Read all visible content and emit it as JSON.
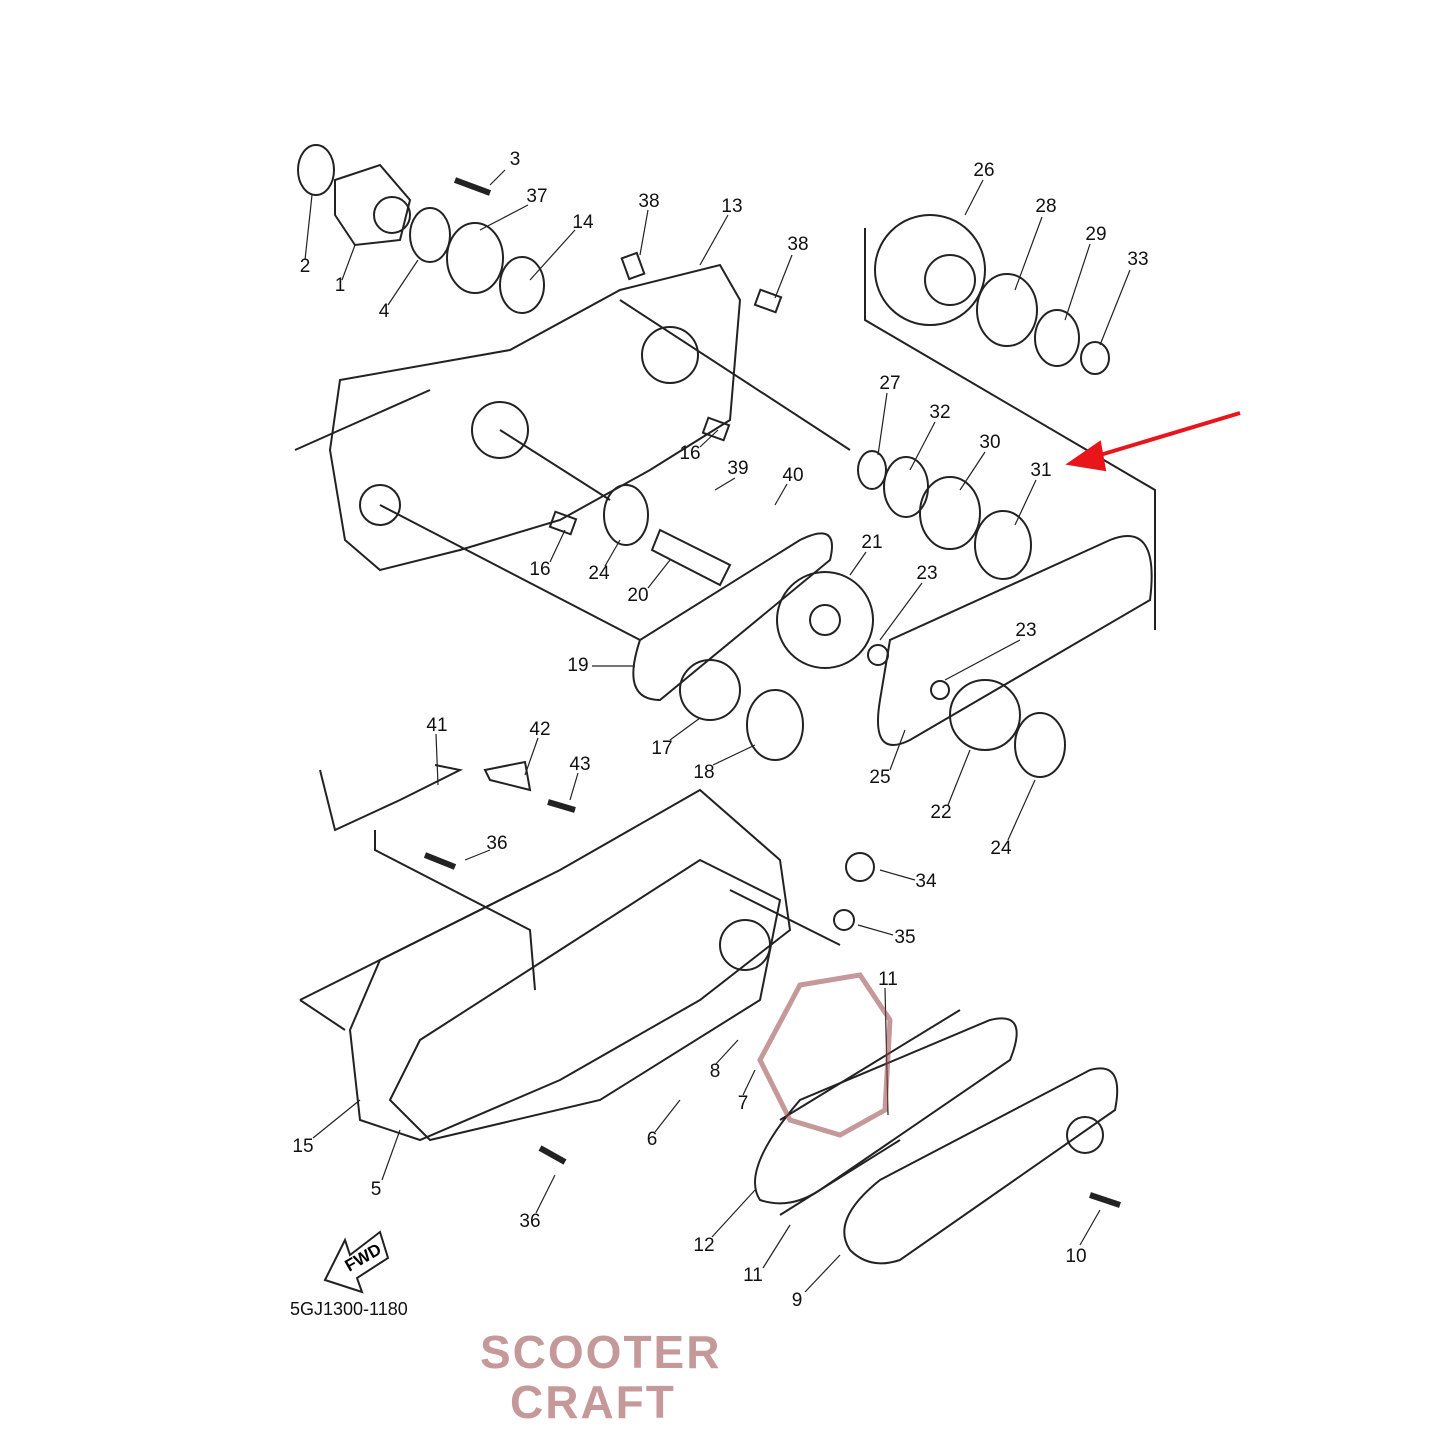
{
  "diagram_code": "5GJ1300-1180",
  "fwd_label": "FWD",
  "watermark": {
    "line1": "SCOOTER",
    "line2": "CRAFT"
  },
  "highlight_color": "#e8151b",
  "labels": [
    "3",
    "2",
    "1",
    "37",
    "14",
    "4",
    "38",
    "13",
    "38",
    "26",
    "28",
    "29",
    "33",
    "27",
    "32",
    "30",
    "31",
    "16",
    "39",
    "40",
    "16",
    "24",
    "20",
    "21",
    "23",
    "23",
    "19",
    "17",
    "18",
    "25",
    "22",
    "24",
    "41",
    "42",
    "43",
    "36",
    "34",
    "35",
    "11",
    "8",
    "7",
    "6",
    "15",
    "5",
    "36",
    "12",
    "11",
    "10",
    "9"
  ]
}
